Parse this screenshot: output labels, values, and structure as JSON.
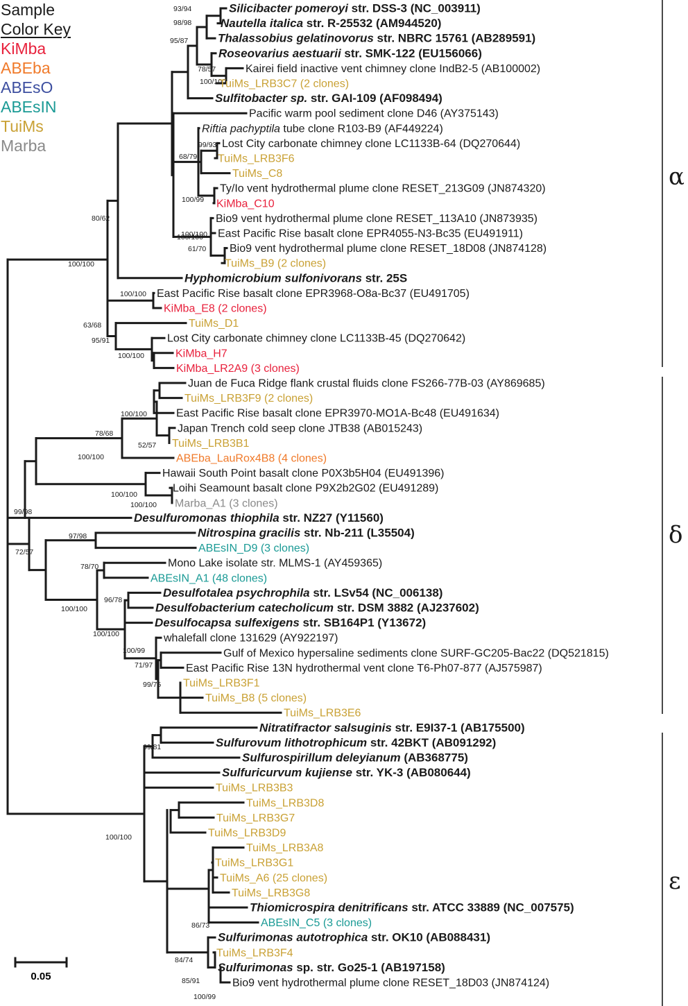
{
  "key": {
    "title_line1": "Sample",
    "title_line2": "Color Key",
    "items": [
      {
        "label": "KiMba",
        "color": "#e8213c"
      },
      {
        "label": "ABEba",
        "color": "#f07a2a"
      },
      {
        "label": "ABEsO",
        "color": "#3d4fa0"
      },
      {
        "label": "ABEsIN",
        "color": "#1a9a95"
      },
      {
        "label": "TuiMs",
        "color": "#c9a135"
      },
      {
        "label": "Marba",
        "color": "#8a8a8a"
      }
    ]
  },
  "groups": [
    {
      "symbol": "α"
    },
    {
      "symbol": "δ"
    },
    {
      "symbol": "ε"
    }
  ],
  "scale_bar": {
    "label": "0.05"
  },
  "leaves": [
    {
      "italic": "Silicibacter pomeroyi",
      "rest": " str. DSS-3 (NC_003911)",
      "bold": true,
      "sample": ""
    },
    {
      "italic": "Nautella italica",
      "rest": " str. R-25532 (AM944520)",
      "bold": true,
      "sample": ""
    },
    {
      "italic": "Thalassobius gelatinovorus",
      "rest": " str. NBRC 15761 (AB289591)",
      "bold": true,
      "sample": ""
    },
    {
      "italic": "Roseovarius aestuarii",
      "rest": " str. SMK-122 (EU156066)",
      "bold": true,
      "sample": ""
    },
    {
      "italic": "",
      "rest": "Kairei field inactive vent chimney clone IndB2-5 (AB100002)",
      "bold": false,
      "sample": ""
    },
    {
      "italic": "",
      "rest": "TuiMs_LRB3C7 (2 clones)",
      "bold": false,
      "sample": "TuiMs"
    },
    {
      "italic": "Sulfitobacter sp.",
      "rest": " str. GAI-109 (AF098494)",
      "bold": true,
      "sample": ""
    },
    {
      "italic": "",
      "rest": "Pacific warm pool sediment clone D46 (AY375143)",
      "bold": false,
      "sample": ""
    },
    {
      "italic": "Riftia pachyptila",
      "rest": " tube clone R103-B9 (AF449224)",
      "bold": false,
      "sample": ""
    },
    {
      "italic": "",
      "rest": "Lost City carbonate chimney clone LC1133B-64 (DQ270644)",
      "bold": false,
      "sample": ""
    },
    {
      "italic": "",
      "rest": "TuiMs_LRB3F6",
      "bold": false,
      "sample": "TuiMs"
    },
    {
      "italic": "",
      "rest": "TuiMs_C8",
      "bold": false,
      "sample": "TuiMs"
    },
    {
      "italic": "",
      "rest": "Ty/Io vent hydrothermal plume clone RESET_213G09 (JN874320)",
      "bold": false,
      "sample": ""
    },
    {
      "italic": "",
      "rest": "KiMba_C10",
      "bold": false,
      "sample": "KiMba"
    },
    {
      "italic": "",
      "rest": "Bio9 vent hydrothermal plume clone RESET_113A10 (JN873935)",
      "bold": false,
      "sample": ""
    },
    {
      "italic": "",
      "rest": "East Pacific Rise basalt clone EPR4055-N3-Bc35 (EU491911)",
      "bold": false,
      "sample": ""
    },
    {
      "italic": "",
      "rest": "Bio9 vent hydrothermal plume clone RESET_18D08 (JN874128)",
      "bold": false,
      "sample": ""
    },
    {
      "italic": "",
      "rest": "TuiMs_B9 (2 clones)",
      "bold": false,
      "sample": "TuiMs"
    },
    {
      "italic": "Hyphomicrobium sulfonivorans",
      "rest": " str. 25S",
      "bold": true,
      "sample": ""
    },
    {
      "italic": "",
      "rest": "East Pacific Rise basalt clone EPR3968-O8a-Bc37 (EU491705)",
      "bold": false,
      "sample": ""
    },
    {
      "italic": "",
      "rest": "KiMba_E8 (2 clones)",
      "bold": false,
      "sample": "KiMba"
    },
    {
      "italic": "",
      "rest": "TuiMs_D1",
      "bold": false,
      "sample": "TuiMs"
    },
    {
      "italic": "",
      "rest": "Lost City carbonate chimney clone LC1133B-45 (DQ270642)",
      "bold": false,
      "sample": ""
    },
    {
      "italic": "",
      "rest": "KiMba_H7",
      "bold": false,
      "sample": "KiMba"
    },
    {
      "italic": "",
      "rest": "KiMba_LR2A9 (3 clones)",
      "bold": false,
      "sample": "KiMba"
    },
    {
      "italic": "",
      "rest": "Juan de Fuca Ridge flank crustal fluids clone FS266-77B-03 (AY869685)",
      "bold": false,
      "sample": ""
    },
    {
      "italic": "",
      "rest": "TuiMs_LRB3F9 (2 clones)",
      "bold": false,
      "sample": "TuiMs"
    },
    {
      "italic": "",
      "rest": "East Pacific Rise basalt clone EPR3970-MO1A-Bc48 (EU491634)",
      "bold": false,
      "sample": ""
    },
    {
      "italic": "",
      "rest": "Japan Trench cold seep clone JTB38 (AB015243)",
      "bold": false,
      "sample": ""
    },
    {
      "italic": "",
      "rest": "TuiMs_LRB3B1",
      "bold": false,
      "sample": "TuiMs"
    },
    {
      "italic": "",
      "rest": "ABEba_LauRox4B8 (4 clones)",
      "bold": false,
      "sample": "ABEba"
    },
    {
      "italic": "",
      "rest": "Hawaii South Point basalt clone P0X3b5H04 (EU491396)",
      "bold": false,
      "sample": ""
    },
    {
      "italic": "",
      "rest": "Loihi Seamount basalt clone P9X2b2G02 (EU491289)",
      "bold": false,
      "sample": ""
    },
    {
      "italic": "",
      "rest": "Marba_A1 (3 clones)",
      "bold": false,
      "sample": "Marba"
    },
    {
      "italic": "Desulfuromonas thiophila",
      "rest": " str. NZ27 (Y11560)",
      "bold": true,
      "sample": ""
    },
    {
      "italic": "Nitrospina gracilis",
      "rest": " str. Nb-211 (L35504)",
      "bold": true,
      "sample": ""
    },
    {
      "italic": "",
      "rest": "ABEsIN_D9 (3 clones)",
      "bold": false,
      "sample": "ABEsIN"
    },
    {
      "italic": "",
      "rest": "Mono Lake isolate str. MLMS-1 (AY459365)",
      "bold": false,
      "sample": ""
    },
    {
      "italic": "",
      "rest": "ABEsIN_A1 (48 clones)",
      "bold": false,
      "sample": "ABEsIN"
    },
    {
      "italic": "Desulfotalea psychrophila",
      "rest": " str. LSv54 (NC_006138)",
      "bold": true,
      "sample": ""
    },
    {
      "italic": "Desulfobacterium catecholicum",
      "rest": " str. DSM 3882 (AJ237602)",
      "bold": true,
      "sample": ""
    },
    {
      "italic": "Desulfocapsa sulfexigens",
      "rest": " str. SB164P1 (Y13672)",
      "bold": true,
      "sample": ""
    },
    {
      "italic": "",
      "rest": "whalefall clone 131629 (AY922197)",
      "bold": false,
      "sample": ""
    },
    {
      "italic": "",
      "rest": "Gulf of Mexico hypersaline sediments clone SURF-GC205-Bac22 (DQ521815)",
      "bold": false,
      "sample": ""
    },
    {
      "italic": "",
      "rest": "East Pacific Rise 13N hydrothermal vent clone T6-Ph07-877 (AJ575987)",
      "bold": false,
      "sample": ""
    },
    {
      "italic": "",
      "rest": "TuiMs_LRB3F1",
      "bold": false,
      "sample": "TuiMs"
    },
    {
      "italic": "",
      "rest": "TuiMs_B8 (5 clones)",
      "bold": false,
      "sample": "TuiMs"
    },
    {
      "italic": "",
      "rest": "TuiMs_LRB3E6",
      "bold": false,
      "sample": "TuiMs"
    },
    {
      "italic": "Nitratifractor salsuginis",
      "rest": " str. E9I37-1 (AB175500)",
      "bold": true,
      "sample": ""
    },
    {
      "italic": "Sulfurovum lithotrophicum",
      "rest": " str. 42BKT (AB091292)",
      "bold": true,
      "sample": ""
    },
    {
      "italic": "Sulfurospirillum deleyianum",
      "rest": " (AB368775)",
      "bold": true,
      "sample": ""
    },
    {
      "italic": "Sulfuricurvum kujiense",
      "rest": " str. YK-3 (AB080644)",
      "bold": true,
      "sample": ""
    },
    {
      "italic": "",
      "rest": "TuiMs_LRB3B3",
      "bold": false,
      "sample": "TuiMs"
    },
    {
      "italic": "",
      "rest": "TuiMs_LRB3D8",
      "bold": false,
      "sample": "TuiMs"
    },
    {
      "italic": "",
      "rest": "TuiMs_LRB3G7",
      "bold": false,
      "sample": "TuiMs"
    },
    {
      "italic": "",
      "rest": "TuiMs_LRB3D9",
      "bold": false,
      "sample": "TuiMs"
    },
    {
      "italic": "",
      "rest": "TuiMs_LRB3A8",
      "bold": false,
      "sample": "TuiMs"
    },
    {
      "italic": "",
      "rest": "TuiMs_LRB3G1",
      "bold": false,
      "sample": "TuiMs"
    },
    {
      "italic": "",
      "rest": "TuiMs_A6 (25 clones)",
      "bold": false,
      "sample": "TuiMs"
    },
    {
      "italic": "",
      "rest": "TuiMs_LRB3G8",
      "bold": false,
      "sample": "TuiMs"
    },
    {
      "italic": "Thiomicrospira denitrificans",
      "rest": " str. ATCC 33889 (NC_007575)",
      "bold": true,
      "sample": ""
    },
    {
      "italic": "",
      "rest": "ABEsIN_C5 (3 clones)",
      "bold": false,
      "sample": "ABEsIN"
    },
    {
      "italic": "Sulfurimonas autotrophica",
      "rest": " str. OK10 (AB088431)",
      "bold": true,
      "sample": ""
    },
    {
      "italic": "",
      "rest": "TuiMs_LRB3F4",
      "bold": false,
      "sample": "TuiMs"
    },
    {
      "italic": "Sulfurimonas",
      "rest": " sp. str. Go25-1 (AB197158)",
      "bold": true,
      "sample": ""
    },
    {
      "italic": "",
      "rest": "Bio9 vent hydrothermal plume clone RESET_18D03 (JN874124)",
      "bold": false,
      "sample": ""
    }
  ],
  "support_values": [
    "93/94",
    "98/98",
    "95/87",
    "78/57",
    "100/100",
    "100/100",
    "99/93",
    "68/79",
    "100/99",
    "100/100",
    "61/70",
    "80/62",
    "100/100",
    "100/100",
    "63/68",
    "95/91",
    "100/100",
    "100/100",
    "78/68",
    "52/57",
    "100/100",
    "100/100",
    "100/100",
    "99/98",
    "97/98",
    "72/57",
    "78/70",
    "96/78",
    "100/100",
    "100/100",
    "100/99",
    "71/97",
    "99/75",
    "69/81",
    "100/100",
    "86/73",
    "84/74",
    "85/91",
    "100/99"
  ]
}
